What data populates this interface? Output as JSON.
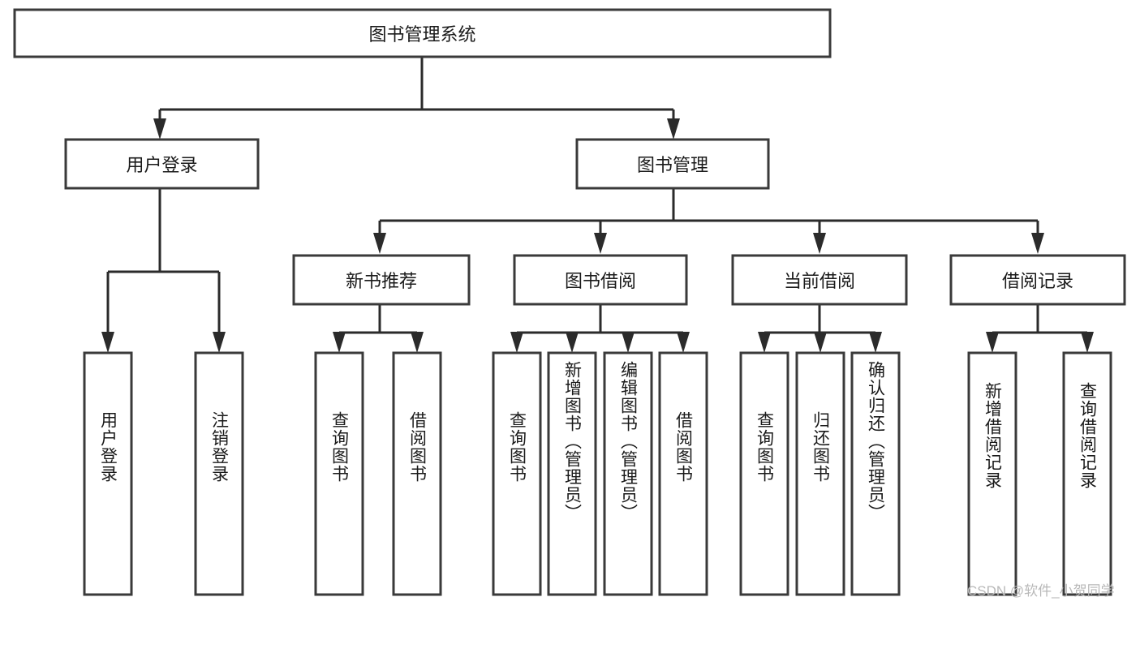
{
  "diagram": {
    "type": "tree-hierarchy",
    "title_node": {
      "label": "图书管理系统"
    },
    "level1": [
      {
        "id": "user-login",
        "label": "用户登录"
      },
      {
        "id": "book-management",
        "label": "图书管理"
      }
    ],
    "level2": [
      {
        "id": "new-book-recommend",
        "label": "新书推荐",
        "parent": "book-management"
      },
      {
        "id": "book-borrow",
        "label": "图书借阅",
        "parent": "book-management"
      },
      {
        "id": "current-borrow",
        "label": "当前借阅",
        "parent": "book-management"
      },
      {
        "id": "borrow-record",
        "label": "借阅记录",
        "parent": "book-management"
      }
    ],
    "leaves": {
      "user-login": [
        {
          "id": "leaf-user-login",
          "label": "用户登录"
        },
        {
          "id": "leaf-logout-login",
          "label": "注销登录"
        }
      ],
      "new-book-recommend": [
        {
          "id": "leaf-query-book-1",
          "label": "查询图书"
        },
        {
          "id": "leaf-borrow-book-1",
          "label": "借阅图书"
        }
      ],
      "book-borrow": [
        {
          "id": "leaf-query-book-2",
          "label": "查询图书"
        },
        {
          "id": "leaf-add-book",
          "label": "新增图书（管理员）"
        },
        {
          "id": "leaf-edit-book",
          "label": "编辑图书（管理员）"
        },
        {
          "id": "leaf-borrow-book-2",
          "label": "借阅图书"
        }
      ],
      "current-borrow": [
        {
          "id": "leaf-query-book-3",
          "label": "查询图书"
        },
        {
          "id": "leaf-return-book",
          "label": "归还图书"
        },
        {
          "id": "leaf-confirm-return",
          "label": "确认归还（管理员）"
        }
      ],
      "borrow-record": [
        {
          "id": "leaf-add-record",
          "label": "新增借阅记录"
        },
        {
          "id": "leaf-query-record",
          "label": "查询借阅记录"
        }
      ]
    }
  },
  "watermark": {
    "text": "CSDN @软件_小贺同学"
  },
  "colors": {
    "box_stroke": "#3a3a3a",
    "edge_stroke": "#2b2b2b",
    "box_fill": "#ffffff",
    "text": "#1a1a1a",
    "watermark": "#b8b8b8",
    "background": "#ffffff"
  }
}
